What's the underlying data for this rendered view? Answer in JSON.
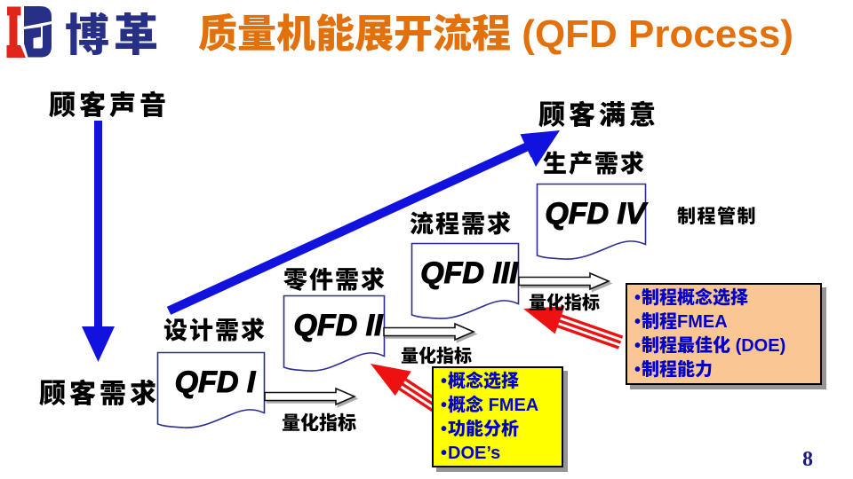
{
  "slide": {
    "logo": {
      "text": "博革"
    },
    "title": "质量机能展开流程 (QFD Process)",
    "page_number": "8",
    "labels": {
      "voice_of_customer": "顾客声音",
      "customer_needs": "顾客需求",
      "customer_satisfaction": "顾客满意",
      "process_control": "制程管制"
    },
    "bullet": "•",
    "qfd_stages": [
      {
        "name": "QFD I",
        "requirement": "设计需求",
        "output_label": "量化指标"
      },
      {
        "name": "QFD II",
        "requirement": "零件需求",
        "output_label": "量化指标"
      },
      {
        "name": "QFD III",
        "requirement": "流程需求",
        "output_label": "量化指标"
      },
      {
        "name": "QFD IV",
        "requirement": "生产需求"
      }
    ],
    "yellow_box": {
      "items": [
        "概念选择",
        "概念 FMEA",
        "功能分析",
        "DOE’s"
      ]
    },
    "orange_box": {
      "items": [
        "制程概念选择",
        "制程FMEA",
        "制程最佳化 (DOE)",
        "制程能力"
      ]
    },
    "colors": {
      "title": "#E2700B",
      "logo_blue": "#272F87",
      "logo_red": "#E0251A",
      "arrow_blue": "#1212DE",
      "doc_border": "#2B2D94",
      "bullet_text": "#0000CC",
      "yellow_box_fill": "#FFFF00",
      "orange_box_fill": "#FAC794",
      "red_arrow": "#ED1111"
    }
  }
}
